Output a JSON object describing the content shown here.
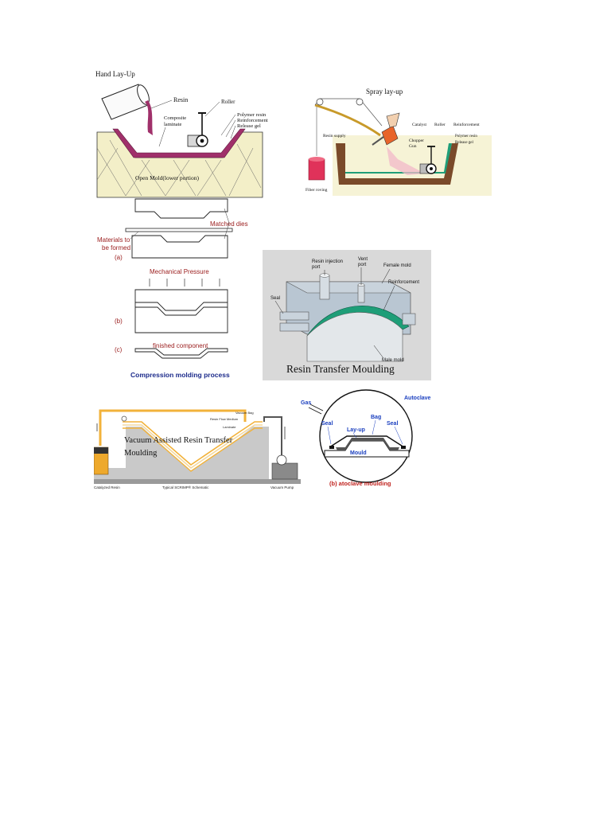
{
  "hand_layup": {
    "title": "Hand Lay-Up",
    "labels": {
      "resin": "Resin",
      "roller": "Roller",
      "composite": "Composite",
      "laminate": "laminate",
      "polymer_resin": "Polymer resin",
      "reinforcement": "Reinforcement",
      "release_gel": "Release gel",
      "open_mold": "Open  Mold(lower portion)"
    },
    "colors": {
      "laminate": "#a0306a",
      "mold": "#f3efc8"
    }
  },
  "spray_layup": {
    "title": "Spray lay-up",
    "labels": {
      "resin_supply": "Resin supply",
      "catalyst": "Catalyst",
      "roller": "Roller",
      "reinforcement": "Reinforcement",
      "chopper": "Chopper",
      "gun": "Gun",
      "polymer_resin": "Polymer resin",
      "release_gel": "Release gel",
      "fiber_roving": "Fiber roving"
    },
    "colors": {
      "bg": "#f6f3d6",
      "mold": "#7a4a2a",
      "spool": "#e0325a"
    }
  },
  "compression": {
    "labels": {
      "matched_dies": "Matched dies",
      "materials_line1": "Materials to",
      "materials_line2": "be formed",
      "a": "(a)",
      "mechanical_pressure": "Mechanical Pressure",
      "b": "(b)",
      "c": "(c)",
      "finished_component": "finished component",
      "caption": "Compression molding process"
    },
    "colors": {
      "label": "#9a1c1c",
      "caption": "#1b2a8a"
    }
  },
  "rtm": {
    "labels": {
      "resin_injection_line1": "Resin injection",
      "resin_injection_line2": "port",
      "vent_line1": "Vent",
      "vent_line2": "port",
      "female_mold": "Female mold",
      "reinforcement": "Reinforcement",
      "seal": "Seal",
      "male_mold": "Male mold",
      "caption": "Resin Transfer Moulding"
    },
    "colors": {
      "bg": "#d9d9d9",
      "reinforcement": "#1e9e78"
    }
  },
  "vartm": {
    "labels": {
      "vacuum_bag": "Vacuum Bag",
      "resin_flow_medium": "Resin Flow Medium",
      "laminate": "Laminate",
      "caption_line1": "Vacuum Assisted Resin Transfer",
      "caption_line2": "Moulding",
      "catalyzed_resin": "Catalyzed Resin",
      "schematic": "Typical SCRIMP® Schematic",
      "vacuum_pump": "Vacuum Pump"
    },
    "colors": {
      "tube": "#f2b23a"
    }
  },
  "autoclave": {
    "labels": {
      "gas": "Gas",
      "autoclave": "Autoclave",
      "seal_left": "Seal",
      "bag": "Bag",
      "seal_right": "Seal",
      "layup": "Lay-up",
      "mould": "Mould",
      "caption": "(b) atoclave moulding"
    },
    "colors": {
      "label": "#1a3fbf",
      "caption": "#c0231f"
    }
  }
}
